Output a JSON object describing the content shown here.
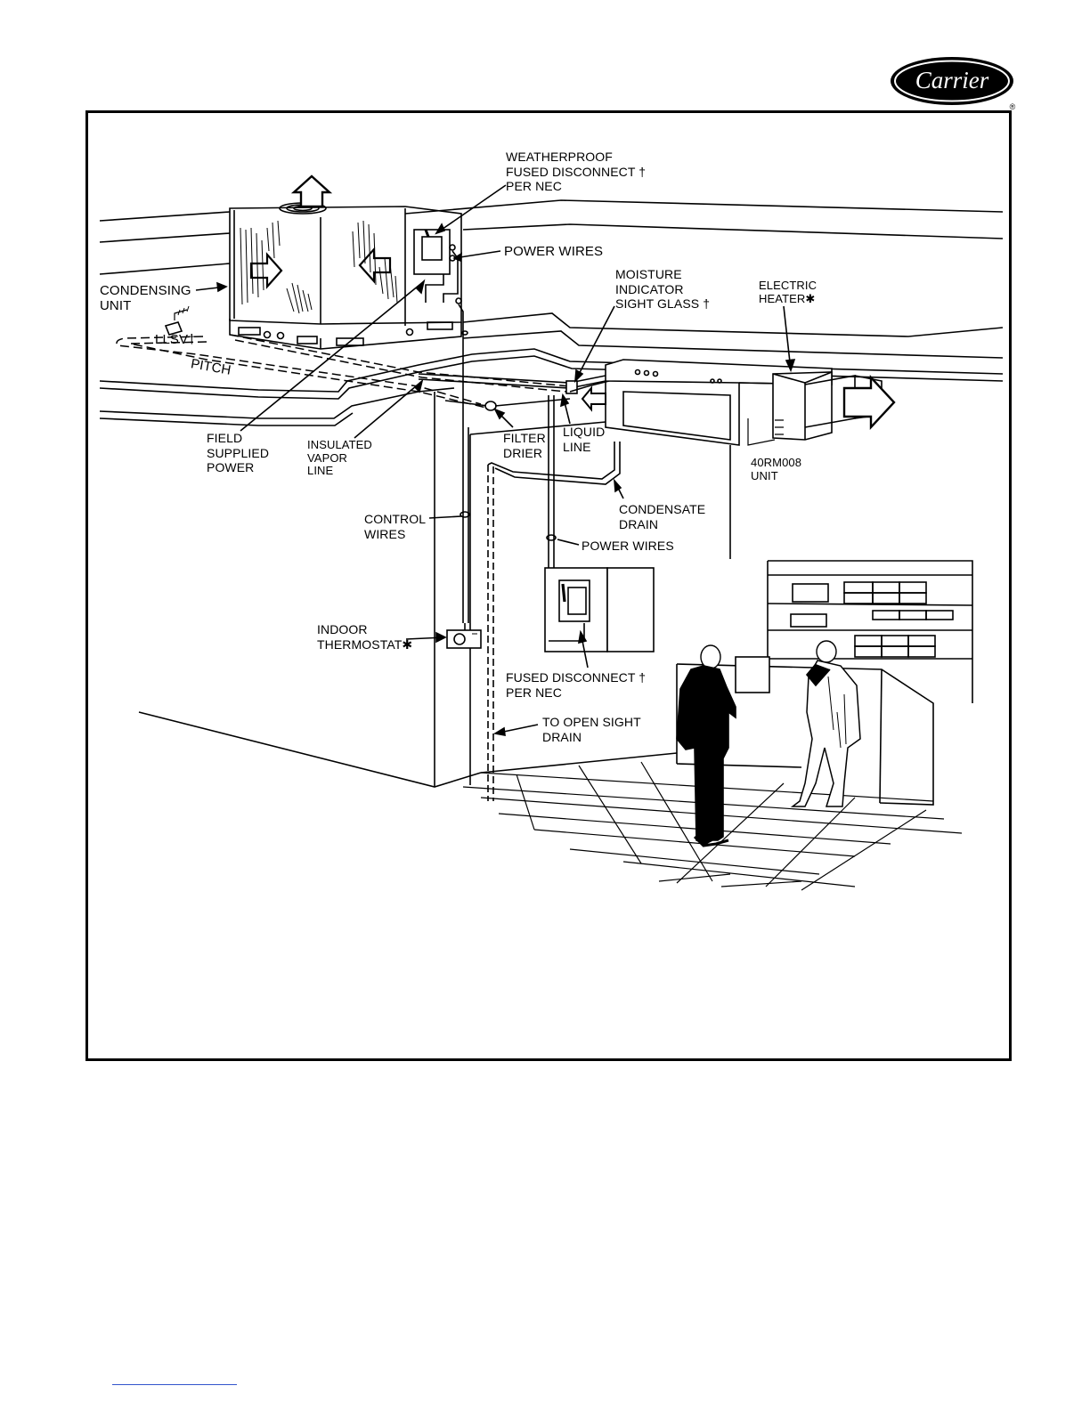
{
  "brand": {
    "name": "Carrier",
    "mark": "®"
  },
  "labels": {
    "weatherproof": "WEATHERPROOF\nFUSED DISCONNECT †\nPER NEC",
    "power_wires_top": "POWER WIRES",
    "condensing_unit": "CONDENSING\nUNIT",
    "llsv": "LLSV†",
    "pitch": "PITCH",
    "moisture": "MOISTURE\nINDICATOR\nSIGHT GLASS †",
    "electric_heater": "ELECTRIC\nHEATER✱",
    "field_supplied": "FIELD\nSUPPLIED\nPOWER",
    "insulated": "INSULATED\nVAPOR\nLINE",
    "filter": "FILTER\nDRIER",
    "liquid": "LIQUID\nLINE",
    "unit_model": "40RM008\nUNIT",
    "condensate": "CONDENSATE\nDRAIN",
    "control_wires": "CONTROL\nWIRES",
    "power_wires_mid": "POWER WIRES",
    "thermostat": "INDOOR\nTHERMOSTAT✱",
    "fused_disconnect": "FUSED DISCONNECT †\nPER NEC",
    "open_drain": "TO OPEN SIGHT\nDRAIN"
  },
  "colors": {
    "ink": "#000000",
    "paper": "#ffffff",
    "link_line": "#3355cc"
  }
}
